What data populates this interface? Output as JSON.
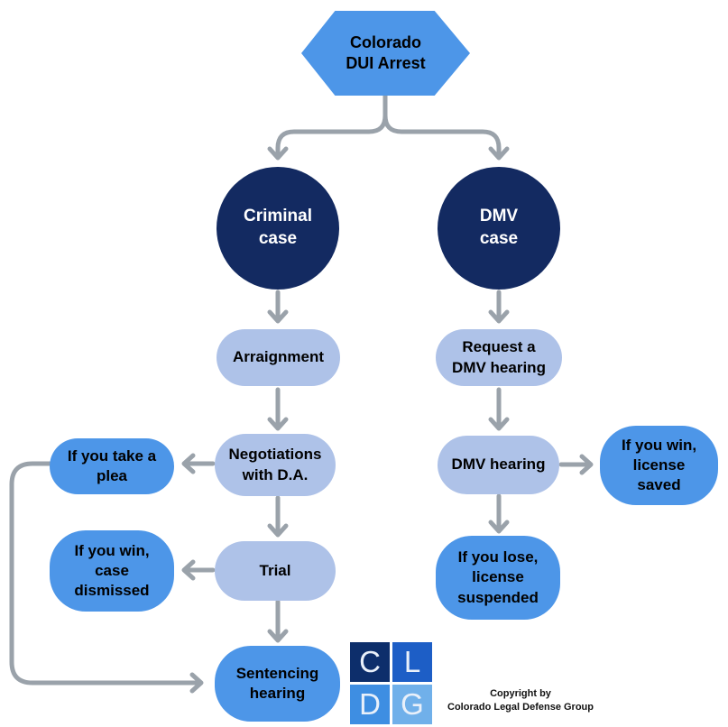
{
  "nodes": {
    "root": {
      "label": "Colorado\nDUI Arrest"
    },
    "criminal_case": {
      "label": "Criminal\ncase"
    },
    "dmv_case": {
      "label": "DMV\ncase"
    },
    "arraignment": {
      "label": "Arraignment"
    },
    "negotiations": {
      "label": "Negotiations\nwith D.A."
    },
    "take_plea": {
      "label": "If you take a\nplea"
    },
    "trial": {
      "label": "Trial"
    },
    "case_dismissed": {
      "label": "If you win,\ncase\ndismissed"
    },
    "sentencing": {
      "label": "Sentencing\nhearing"
    },
    "request_hearing": {
      "label": "Request a\nDMV hearing"
    },
    "dmv_hearing": {
      "label": "DMV hearing"
    },
    "license_saved": {
      "label": "If you win,\nlicense\nsaved"
    },
    "license_suspended": {
      "label": "If you lose,\nlicense\nsuspended"
    }
  },
  "logo": {
    "letters": [
      "C",
      "L",
      "D",
      "G"
    ]
  },
  "copyright": {
    "line1": "Copyright by",
    "line2": "Colorado Legal Defense Group"
  },
  "colors": {
    "accent_blue": "#4d96e8",
    "navy_circle": "#132a61",
    "light_pill": "#aec2e8",
    "connector_gray": "#9aa2aa",
    "logo_squares": [
      "#0d2e6b",
      "#1d5ec6",
      "#3e8ee2",
      "#70b0ea"
    ]
  }
}
